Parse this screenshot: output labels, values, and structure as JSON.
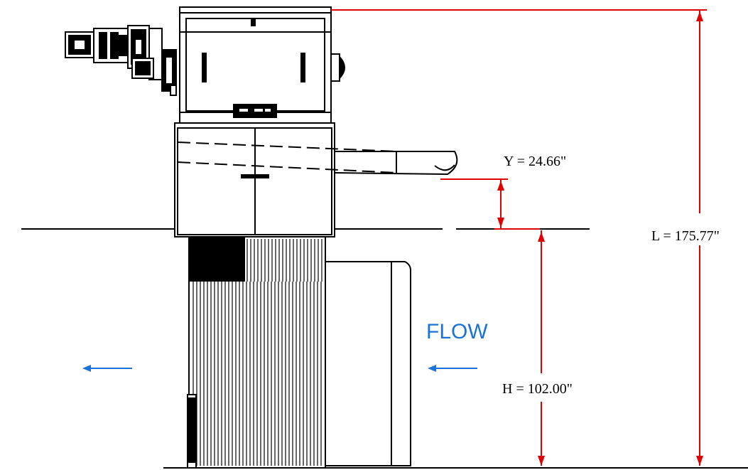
{
  "drawing": {
    "flow_label": "FLOW",
    "dimensions": {
      "y_label": "Y = 24.66\"",
      "l_label": "L = 175.77\"",
      "h_label": "H = 102.00\""
    },
    "colors": {
      "dimension": "#e00000",
      "flow": "#1a73d9",
      "linework": "#000000"
    }
  }
}
